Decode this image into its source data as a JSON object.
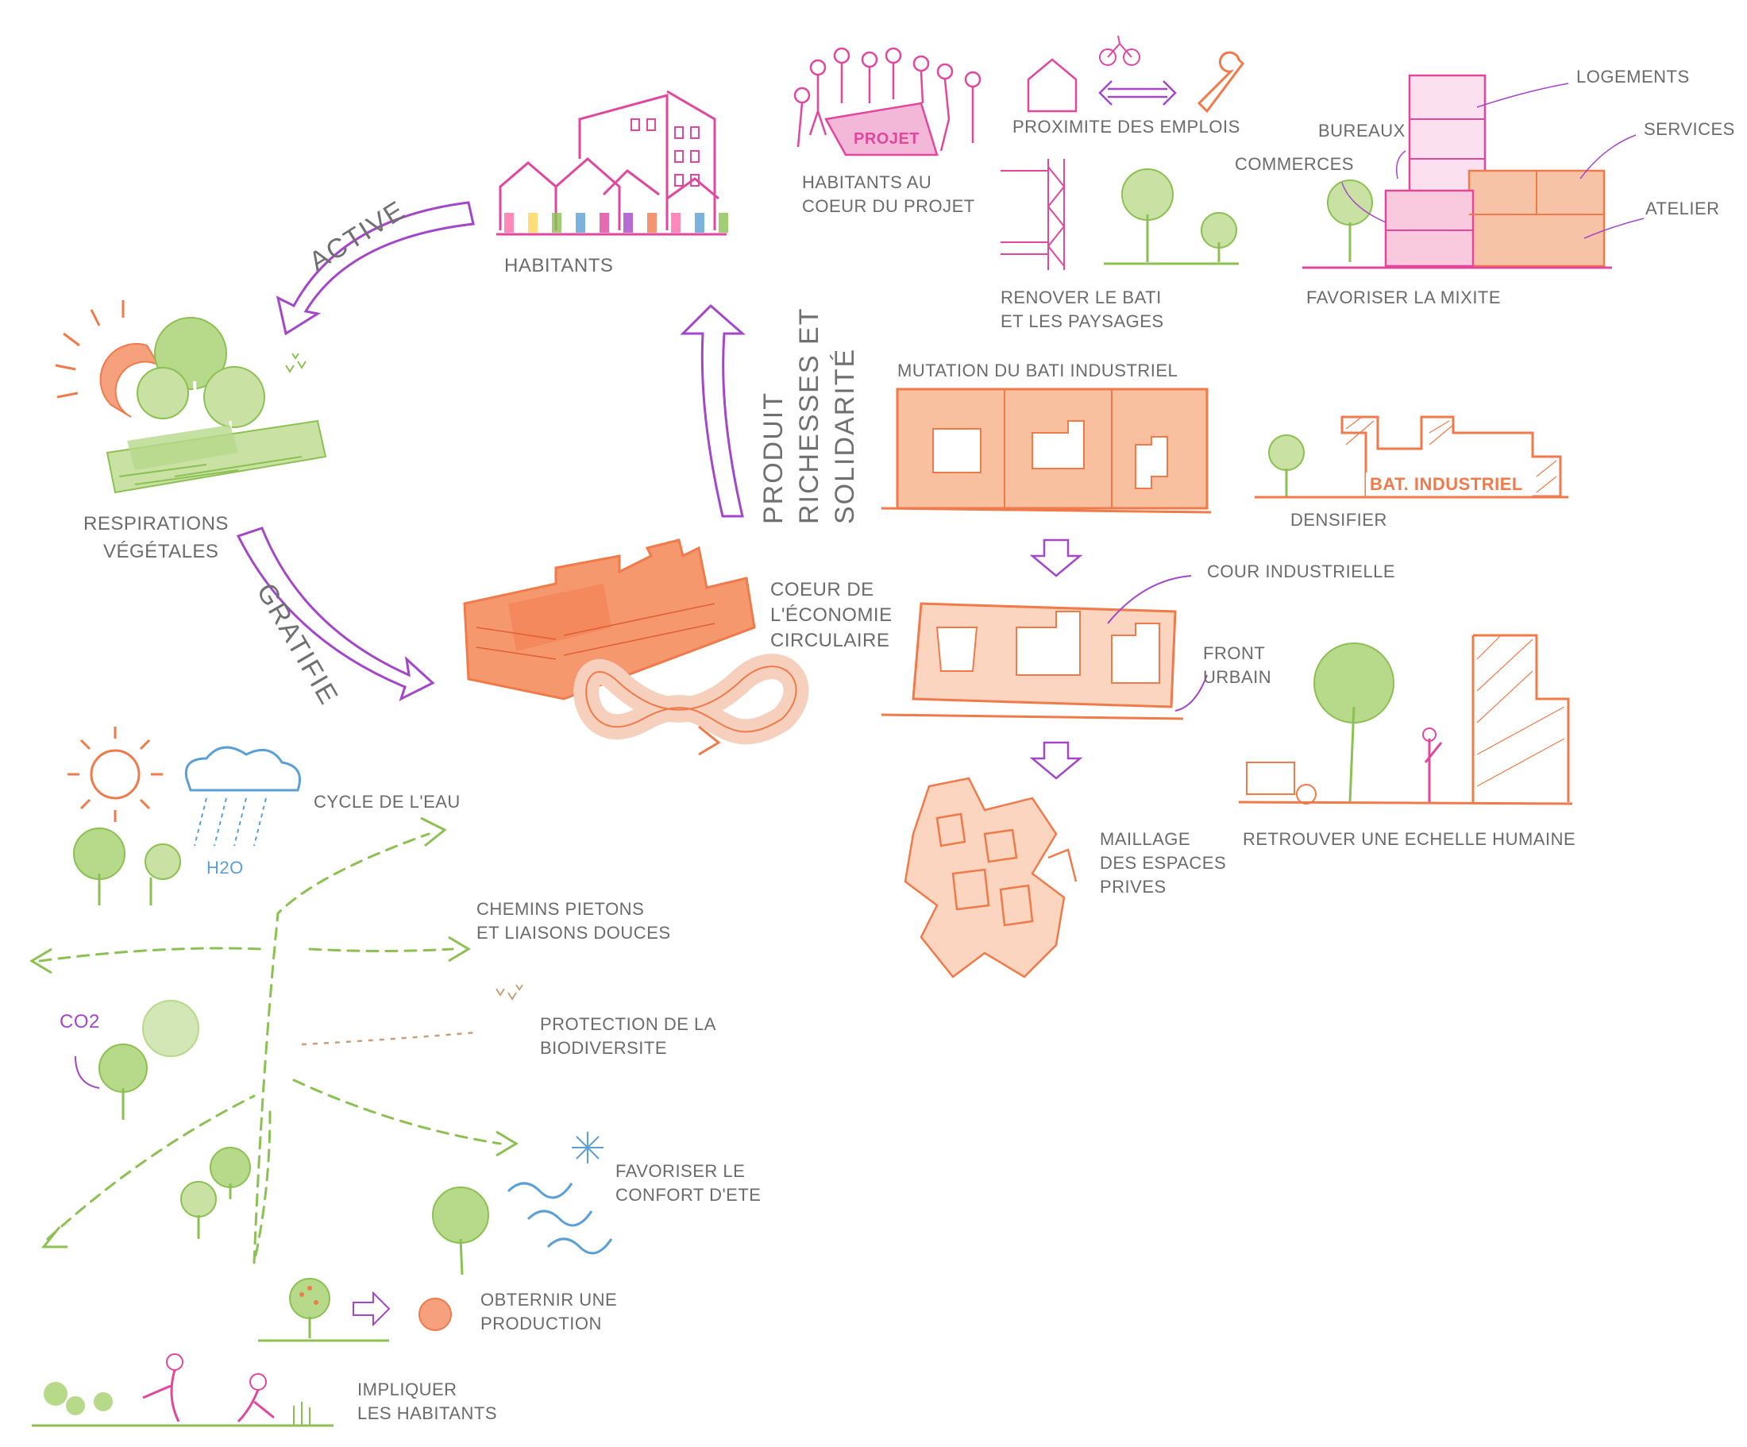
{
  "labels": {
    "habitants": "HABITANTS",
    "active": "ACTIVE",
    "respirations": [
      "RESPIRATIONS",
      "VÉGÉTALES"
    ],
    "gratifie": "GRATIFIE",
    "produit": [
      "PRODUIT",
      "RICHESSES ET",
      "SOLIDARITÉ"
    ],
    "coeur_eco": [
      "COEUR DE",
      "L'ÉCONOMIE",
      "CIRCULAIRE"
    ],
    "projet_sign": "PROJET",
    "habitants_projet": [
      "HABITANTS AU",
      "COEUR DU PROJET"
    ],
    "proximite": "PROXIMITE DES EMPLOIS",
    "renover": [
      "RENOVER LE BATI",
      "ET LES PAYSAGES"
    ],
    "logements": "LOGEMENTS",
    "bureaux": "BUREAUX",
    "services": "SERVICES",
    "commerces": "COMMERCES",
    "atelier": "ATELIER",
    "mixite": "FAVORISER LA MIXITE",
    "mutation": "MUTATION DU BATI INDUSTRIEL",
    "bat_industriel": "BAT. INDUSTRIEL",
    "densifier": "DENSIFIER",
    "cour": "COUR  INDUSTRIELLE",
    "front": [
      "FRONT",
      "URBAIN"
    ],
    "echelle": "RETROUVER UNE ECHELLE HUMAINE",
    "maillage": [
      "MAILLAGE",
      "DES ESPACES",
      "PRIVES"
    ],
    "cycle_eau": "CYCLE DE L'EAU",
    "h2o": "H2O",
    "co2": "CO2",
    "chemins": [
      "CHEMINS PIETONS",
      "ET LIAISONS DOUCES"
    ],
    "biodiversite": [
      "PROTECTION DE LA",
      "BIODIVERSITE"
    ],
    "confort": [
      "FAVORISER LE",
      "CONFORT D'ETE"
    ],
    "production": [
      "OBTERNIR UNE",
      "PRODUCTION"
    ],
    "impliquer": [
      "IMPLIQUER",
      "LES HABITANTS"
    ]
  },
  "colors": {
    "pink": "#e0479d",
    "purple": "#a347c8",
    "orange": "#f07a4a",
    "orange_fill": "#f6b08e",
    "light_orange": "#fbd5bf",
    "green": "#8cc152",
    "light_green": "#b7d98a",
    "grey_text": "#6b6b6b",
    "blue": "#5aa0d6"
  }
}
